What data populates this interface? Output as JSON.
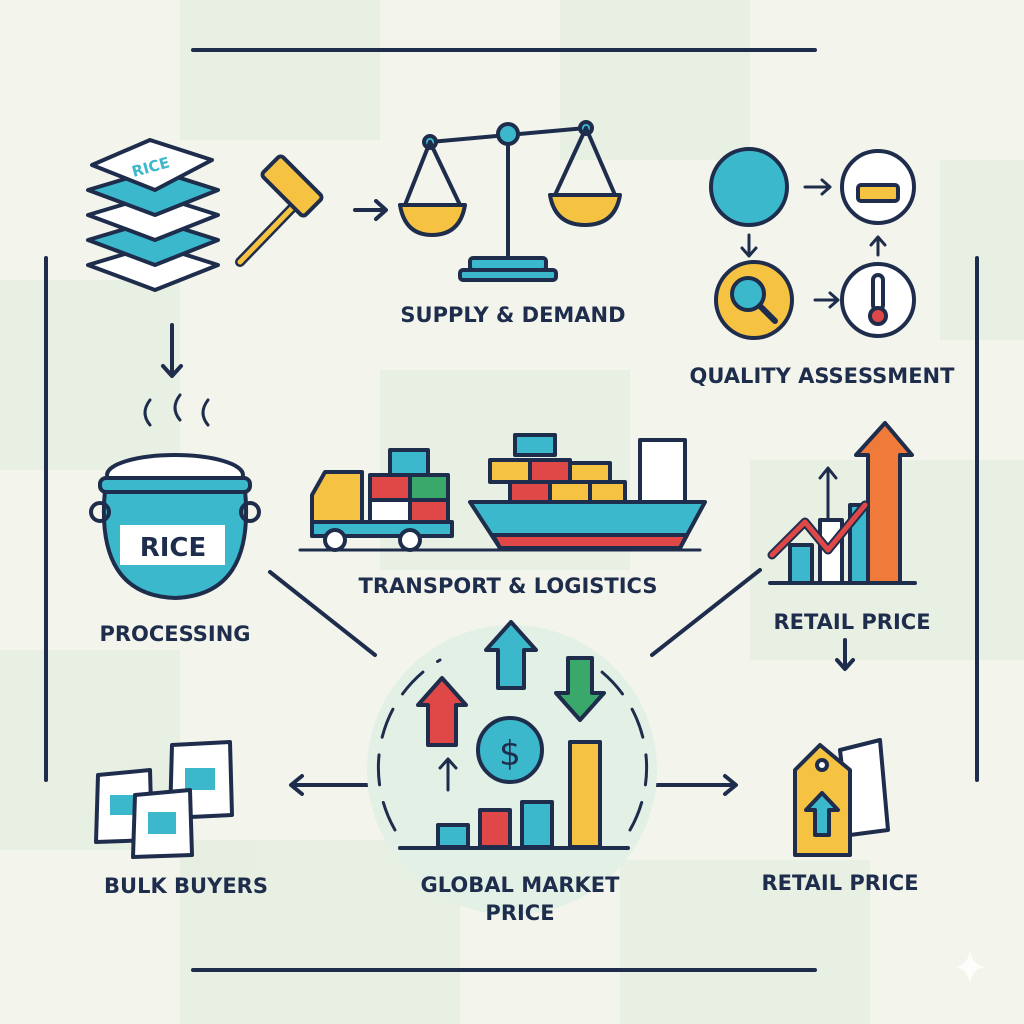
{
  "colors": {
    "navy": "#1f2d4d",
    "teal": "#3bb8cc",
    "yellow": "#f5c242",
    "red": "#e04848",
    "green": "#3aa86a",
    "orange": "#f07a3a",
    "background": "#f3f5ec"
  },
  "nodes": {
    "rice_bags": {
      "label": "RICE",
      "icon": "rice-bag-stack-icon"
    },
    "auction": {
      "icon": "gavel-icon"
    },
    "supply_demand": {
      "label": "SUPPLY & DEMAND",
      "icon": "balance-scale-icon"
    },
    "quality": {
      "label": "QUALITY ASSESSMENT",
      "icons": [
        "grain-icon",
        "inspection-tray-icon",
        "magnifier-icon",
        "thermometer-icon"
      ]
    },
    "processing": {
      "label": "PROCESSING",
      "pot_label": "RICE",
      "icon": "cooking-pot-icon"
    },
    "transport": {
      "label": "TRANSPORT & LOGISTICS",
      "icons": [
        "truck-icon",
        "cargo-ship-icon"
      ]
    },
    "retail_chart": {
      "label": "RETAIL PRICE",
      "icon": "rising-chart-icon"
    },
    "global_market": {
      "label_line1": "GLOBAL MARKET",
      "label_line2": "PRICE",
      "currency_symbol": "$",
      "icon": "market-price-icon"
    },
    "bulk_buyers": {
      "label": "BULK BUYERS",
      "icon": "sacks-icon"
    },
    "retail_tag": {
      "label": "RETAIL PRICE",
      "icon": "price-tag-icon"
    }
  }
}
